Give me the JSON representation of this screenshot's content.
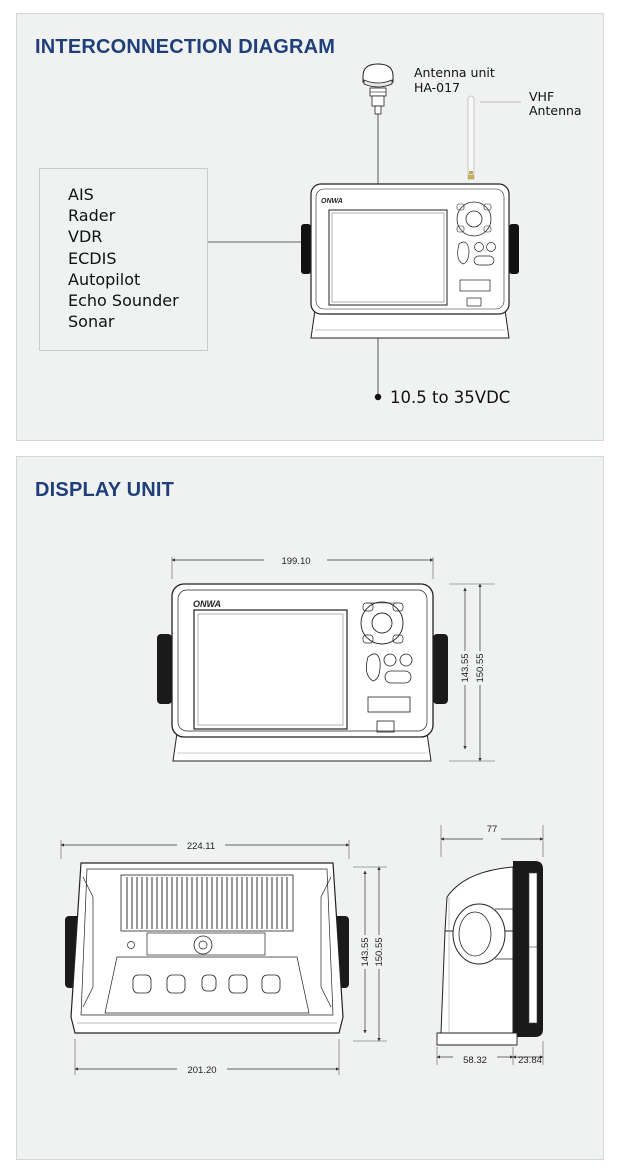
{
  "interconnection": {
    "title": "INTERCONNECTION DIAGRAM",
    "systems": [
      "AIS",
      "Rader",
      "VDR",
      "ECDIS",
      "Autopilot",
      "Echo Sounder",
      "Sonar"
    ],
    "antenna_unit_label": "Antenna unit",
    "antenna_unit_model": "HA-017",
    "vhf_label_1": "VHF",
    "vhf_label_2": "Antenna",
    "power_label": "10.5 to 35VDC",
    "brand": "ONWA"
  },
  "display_unit": {
    "title": "DISPLAY UNIT",
    "brand": "ONWA",
    "front_width": "199.10",
    "front_height_inner": "143.55",
    "front_height_outer": "150.55",
    "back_width_top": "224.11",
    "back_width_bottom": "201.20",
    "back_height_inner": "143.55",
    "back_height_outer": "150.55",
    "side_depth": "77",
    "side_base": "58.32",
    "side_offset": "23.84"
  }
}
